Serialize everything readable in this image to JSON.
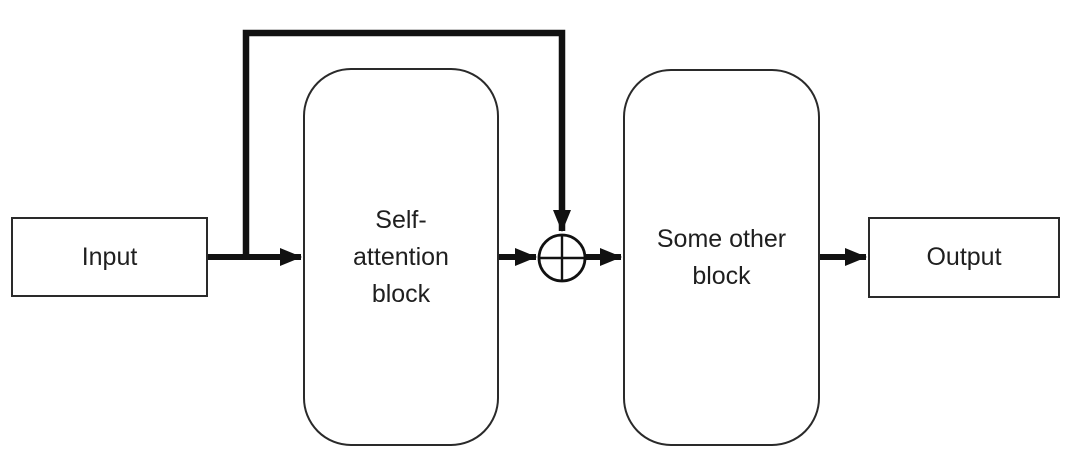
{
  "diagram": {
    "background_color": "#ffffff",
    "line_color": "#111111",
    "text_color": "#1f1f1f",
    "nodes": {
      "input": {
        "label": "Input",
        "shape": "rectangle"
      },
      "self_attention": {
        "label": "Self-attention block",
        "lines": [
          "Self-",
          "attention",
          "block"
        ],
        "shape": "rounded-rectangle"
      },
      "adder": {
        "symbol": "⊕",
        "shape": "circle-plus"
      },
      "some_other": {
        "label": "Some other block",
        "lines": [
          "Some other",
          "block"
        ],
        "shape": "rounded-rectangle"
      },
      "output": {
        "label": "Output",
        "shape": "rectangle"
      }
    },
    "edges": [
      {
        "from": "input",
        "to": "self_attention",
        "style": "thick-arrow"
      },
      {
        "from": "input",
        "to": "adder",
        "style": "thick-arrow",
        "type": "skip-connection-over-top"
      },
      {
        "from": "self_attention",
        "to": "adder",
        "style": "thick-arrow"
      },
      {
        "from": "adder",
        "to": "some_other",
        "style": "thick-arrow"
      },
      {
        "from": "some_other",
        "to": "output",
        "style": "thick-arrow"
      }
    ]
  }
}
